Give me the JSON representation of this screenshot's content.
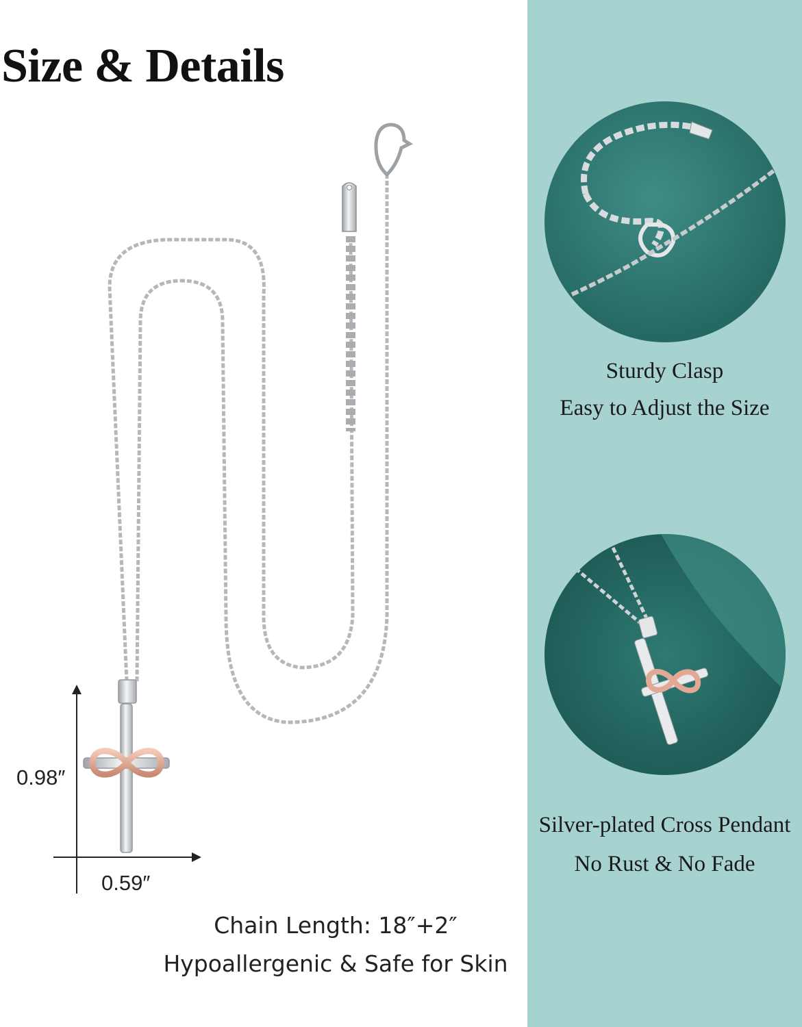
{
  "title": "Size & Details",
  "dimensions": {
    "height_label": "0.98″",
    "width_label": "0.59″"
  },
  "left_captions": [
    "Chain Length: 18″+2″",
    "Hypoallergenic & Safe for Skin"
  ],
  "right_captions": {
    "clasp": [
      "Sturdy Clasp",
      "Easy to Adjust the Size"
    ],
    "pendant": [
      "Silver-plated Cross Pendant",
      "No Rust & No Fade"
    ]
  },
  "colors": {
    "right_panel_bg": "#a6d2cf",
    "circle_green": "#2f7a74",
    "silver": "#c9ccd0",
    "rose_gold": "#e3a893"
  }
}
